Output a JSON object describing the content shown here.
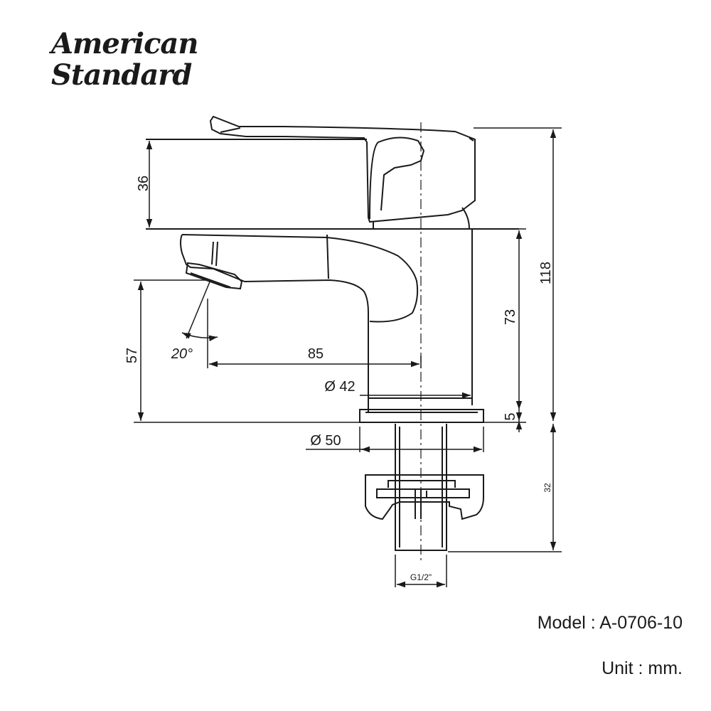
{
  "brand": {
    "line1": "American",
    "line2": "Standard"
  },
  "dimensions": {
    "handle_height": "36",
    "total_height": "118",
    "body_height": "73",
    "spout_height": "57",
    "spout_reach": "85",
    "tilt_angle": "20°",
    "body_diameter": "Ø 42",
    "base_diameter": "Ø 50",
    "base_thickness": "5",
    "shank_length": "32",
    "thread": "G1/2\""
  },
  "info": {
    "model": "Model : A-0706-10",
    "unit": "Unit : mm."
  }
}
